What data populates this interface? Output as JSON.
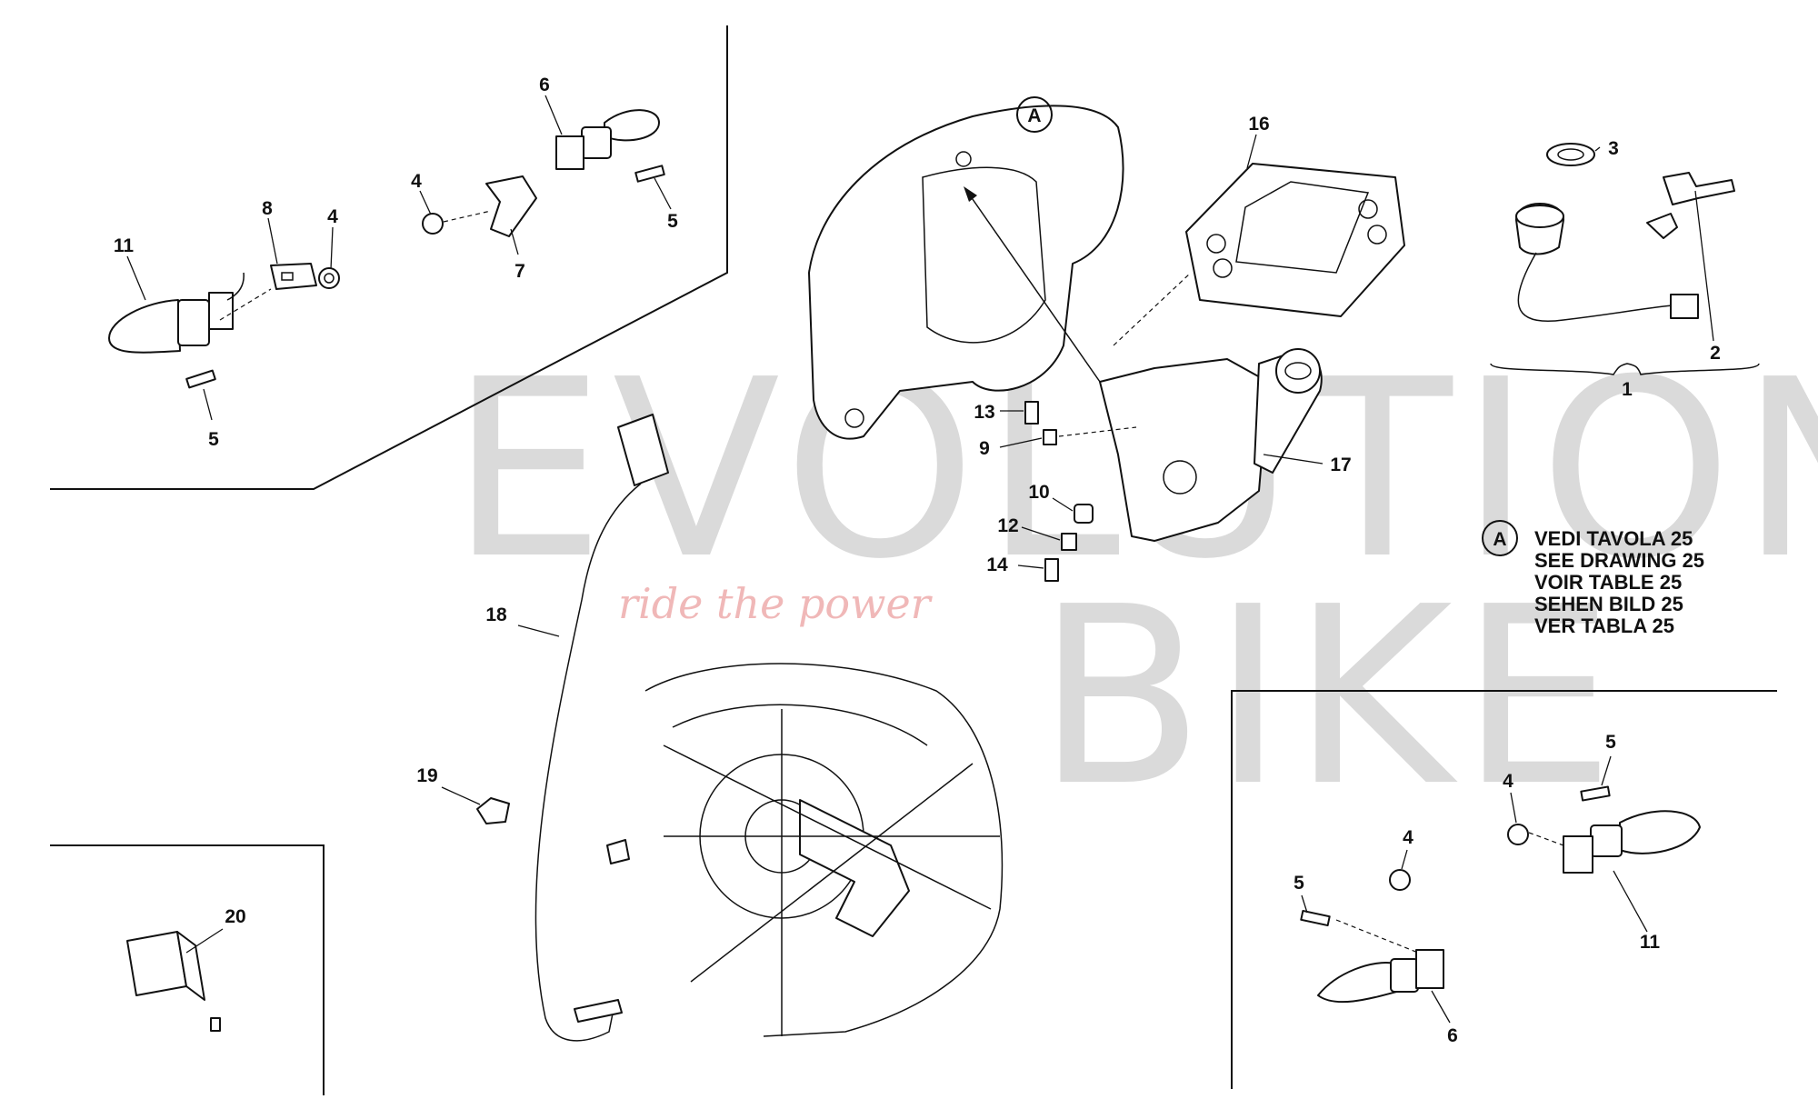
{
  "watermark": {
    "brand_top": "EVOLUTION",
    "brand_bottom": "BIKE",
    "tagline": "ride the power"
  },
  "callouts": {
    "p1": "1",
    "p2": "2",
    "p3": "3",
    "p4_tl": "4",
    "p4_tl2": "4",
    "p4_br": "4",
    "p4_br2": "4",
    "p5_tl": "5",
    "p5_tl2": "5",
    "p5_br": "5",
    "p5_br2": "5",
    "p6_tl": "6",
    "p6_br": "6",
    "p7": "7",
    "p8": "8",
    "p9": "9",
    "p10": "10",
    "p11_tl": "11",
    "p11_br": "11",
    "p12": "12",
    "p13": "13",
    "p14": "14",
    "p16": "16",
    "p17": "17",
    "p18": "18",
    "p19": "19",
    "p20": "20"
  },
  "reference": {
    "marker": "A",
    "lines": [
      "VEDI TAVOLA 25",
      "SEE DRAWING 25",
      "VOIR TABLE 25",
      "SEHEN BILD 25",
      "VER TABLA 25"
    ]
  }
}
